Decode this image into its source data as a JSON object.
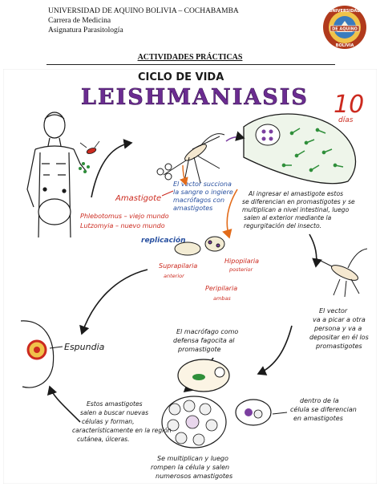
{
  "header": {
    "university": "UNIVERSIDAD DE AQUINO BOLIVIA – COCHABAMBA",
    "career": "Carrera de Medicina",
    "subject": "Asignatura Parasitología",
    "activities": "ACTIVIDADES PRÁCTICAS"
  },
  "seal": {
    "top_text": "UNIVERSIDAD",
    "band_text": "DE AQUINO",
    "bottom_text": "BOLIVIA"
  },
  "diagram": {
    "title_small": "CICLO DE VIDA",
    "title_big": "LEISHMANIASIS",
    "days": "10",
    "days_label": "días",
    "vector_label": [
      "El vector succiona",
      "la sangre o ingiere",
      "macrófagos con",
      "amastigotes"
    ],
    "amastigote_label": "Amastigote",
    "insect_names": [
      "Phlebotomus – viejo mundo",
      "Lutzomyia – nuevo mundo"
    ],
    "replication": "replicación",
    "stages": [
      "Suprapilaria",
      "anterior",
      "Hipopilaria",
      "posterior",
      "Peripilaria",
      "ambas"
    ],
    "gut_text": [
      "Al ingresar el amastigote estos",
      "se diferencian en promastigotes y se",
      "multiplican a nivel intestinal, luego",
      "salen al exterior mediante la",
      "regurgitación del insecto."
    ],
    "vector_bite_text": [
      "El vector",
      "va a picar a otra",
      "persona y va a",
      "depositar en él los",
      "promastigotes"
    ],
    "macrophage_text": [
      "El macrófago como",
      "defensa fagocita al",
      "promastigote"
    ],
    "espundia": "Espundia",
    "amastigote_search_text": [
      "Estos amastigotes",
      "salen a buscar nuevas",
      "células y forman,",
      "característicamente en la región",
      "cutánea, úlceras."
    ],
    "inside_cell_text": [
      "dentro de la",
      "célula se diferencian",
      "en amastigotes"
    ],
    "multiply_text": [
      "Se multiplican y luego",
      "rompen la célula y salen",
      "numerosos amastigotes"
    ]
  },
  "colors": {
    "ink": "#1a1a1a",
    "title_purple": "#6b2c91",
    "title_outline": "#3a1452",
    "red_ink": "#cc2a1f",
    "purple_ink": "#7b3fa0",
    "blue_ink": "#2850a0",
    "orange_arrow": "#e26b1a",
    "cell_green": "#2f8f3a",
    "seal_brown": "#b13a1c",
    "seal_gold": "#f0c24a"
  }
}
